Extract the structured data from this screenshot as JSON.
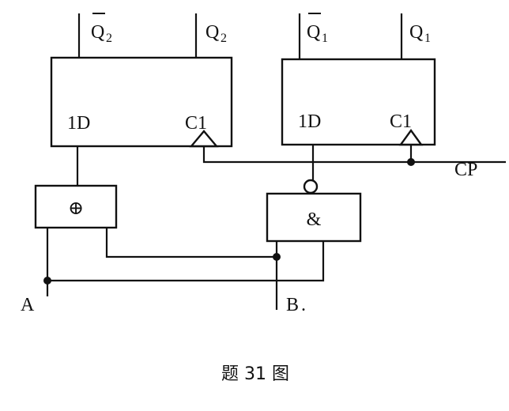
{
  "ff2": {
    "outputs": [
      {
        "base": "Q",
        "sub": "2",
        "inverted": true
      },
      {
        "base": "Q",
        "sub": "2",
        "inverted": false
      }
    ],
    "d_label": "1D",
    "clk_label": "C1"
  },
  "ff1": {
    "outputs": [
      {
        "base": "Q",
        "sub": "1",
        "inverted": true
      },
      {
        "base": "Q",
        "sub": "1",
        "inverted": false
      }
    ],
    "d_label": "1D",
    "clk_label": "C1"
  },
  "xor_gate": {
    "symbol": "⊕"
  },
  "and_gate": {
    "symbol": "&"
  },
  "inputs": {
    "a": "A",
    "b": "B",
    "b_suffix": ".",
    "cp": "CP"
  },
  "caption": "题 31 图"
}
